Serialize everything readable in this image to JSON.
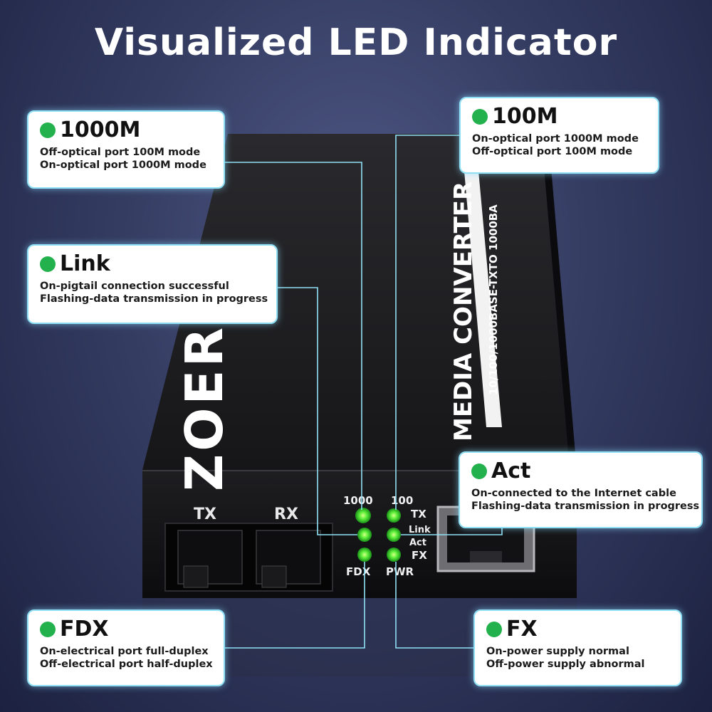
{
  "title": "Visualized LED Indicator",
  "colors": {
    "led_green": "#22b14c",
    "callout_line": "#8fe0f5",
    "background": "#353d63"
  },
  "device": {
    "brand": "ZOERI",
    "product": "MEDIA CONVERTER",
    "spec": "10/100/1000BASE-TXTO 1000BA",
    "port_labels": {
      "tx": "TX",
      "rx": "RX"
    },
    "led_labels": {
      "col_1000": "1000",
      "col_100": "100",
      "tx": "TX",
      "link": "Link",
      "act": "Act",
      "fx": "FX",
      "fdx": "FDX",
      "pwr": "PWR"
    }
  },
  "callouts": {
    "m1000": {
      "name": "1000M",
      "line1": "Off-optical port 100M mode",
      "line2": "On-optical port 1000M mode"
    },
    "m100": {
      "name": "100M",
      "line1": "On-optical port 1000M mode",
      "line2": "Off-optical port 100M mode"
    },
    "link": {
      "name": "Link",
      "line1": "On-pigtail connection successful",
      "line2": "Flashing-data transmission in progress"
    },
    "act": {
      "name": "Act",
      "line1": "On-connected to the Internet cable",
      "line2": "Flashing-data transmission in progress"
    },
    "fdx": {
      "name": "FDX",
      "line1": "On-electrical port full-duplex",
      "line2": "Off-electrical port half-duplex"
    },
    "fx": {
      "name": "FX",
      "line1": "On-power supply normal",
      "line2": "Off-power supply abnormal"
    }
  }
}
